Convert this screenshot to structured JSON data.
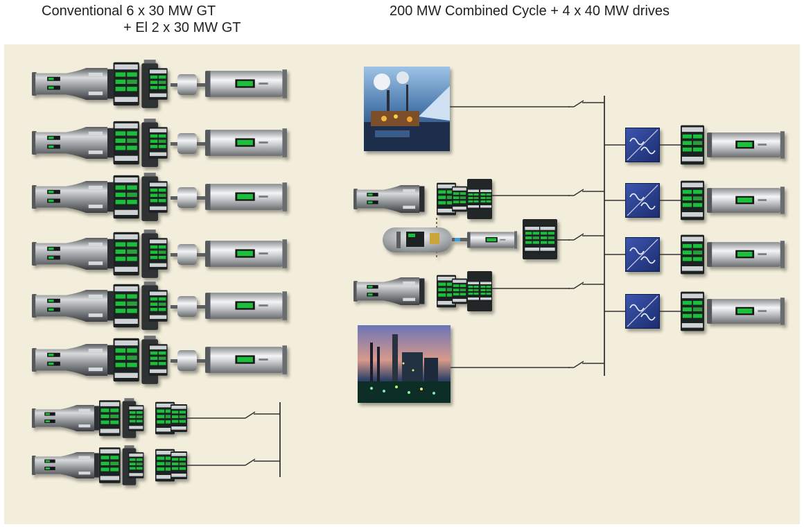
{
  "titles": {
    "left_line1": "Conventional 6 x 30 MW GT",
    "left_line2": "+ El 2 x 30 MW GT",
    "right": "200 MW Combined Cycle + 4 x 40 MW drives"
  },
  "colors": {
    "background": "#f3eedb",
    "machine_body": "#8a8d90",
    "screen_green": "#1fbf3a",
    "converter_blue": "#2a3f8f",
    "line": "#333333"
  },
  "left_system": {
    "conventional_gt_count": 6,
    "electric_gt_count": 2
  },
  "right_system": {
    "photo_tiles": [
      "offshore-platform-photo",
      "refinery-photo"
    ],
    "generator_sets": 2,
    "steam_turbine_sets": 1,
    "converter_drives": 4
  }
}
